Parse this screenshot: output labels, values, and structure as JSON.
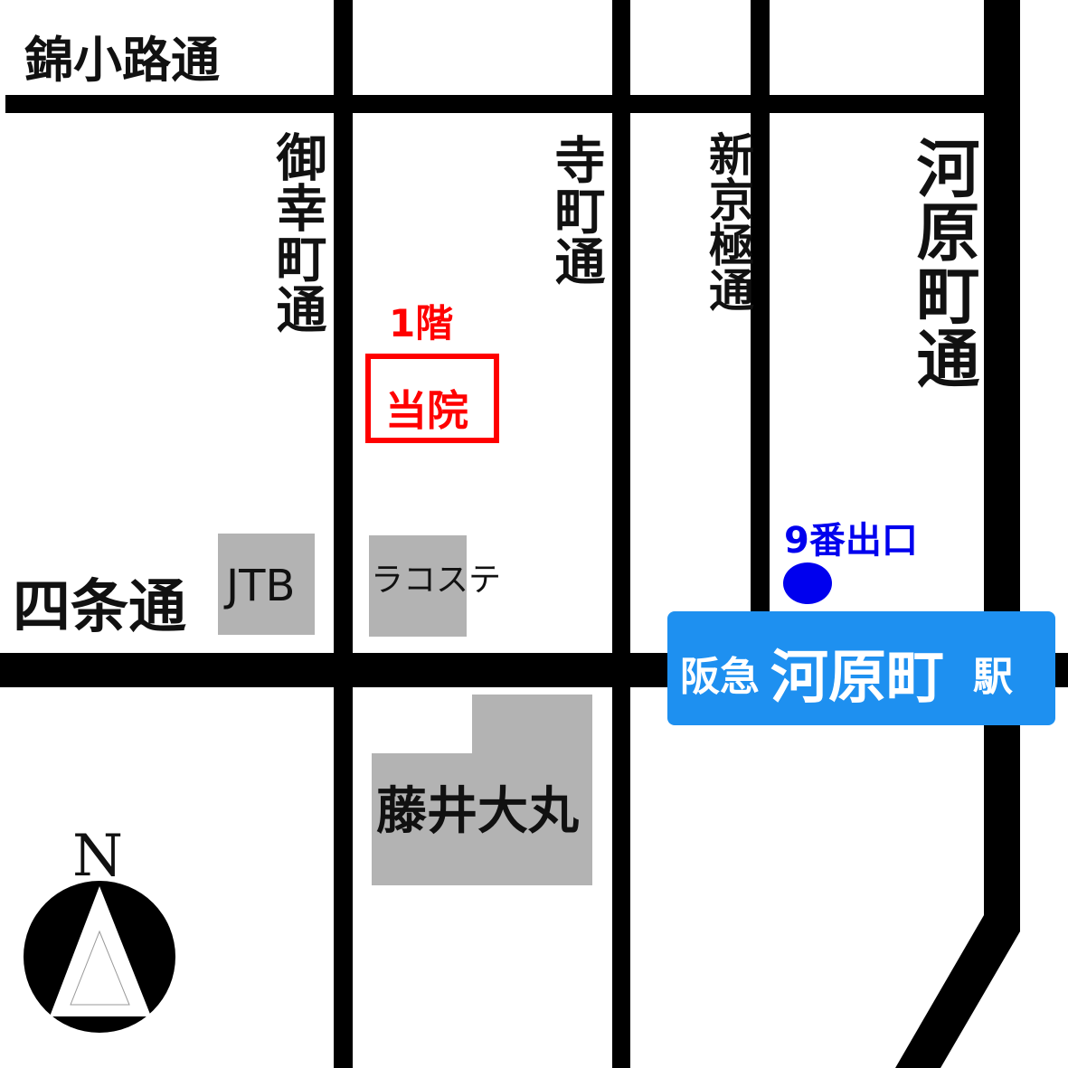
{
  "streets": {
    "nishiki": "錦小路通",
    "shijo": "四条通",
    "gokomachi": "御幸町通",
    "teramachi": "寺町通",
    "shinkyogoku": "新京極通",
    "kawaramachi": "河原町通"
  },
  "landmarks": {
    "jtb": "JTB",
    "lacoste": "ラコステ",
    "fujii_daimaru": "藤井大丸"
  },
  "clinic": {
    "floor": "1階",
    "name": "当院"
  },
  "exit": {
    "label": "9番出口"
  },
  "station": {
    "prefix": "阪急",
    "name": "河原町",
    "suffix": "駅"
  },
  "compass": {
    "north": "N"
  },
  "colors": {
    "road": "#000000",
    "building": "#b3b3b3",
    "clinic": "#ff0000",
    "exit": "#0000ee",
    "station_bg": "#1e90f0"
  }
}
